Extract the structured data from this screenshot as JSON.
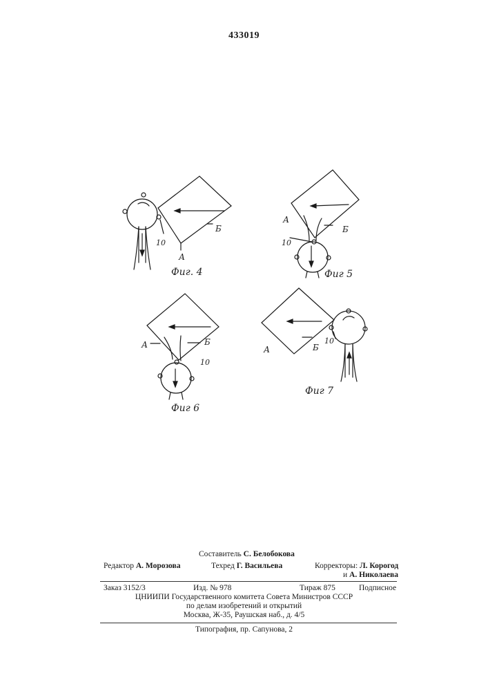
{
  "patent_number": "433019",
  "figures": [
    {
      "caption": "Фиг. 4",
      "label_a": "А",
      "label_b": "Б",
      "part_label": "10"
    },
    {
      "caption": "Фиг 5",
      "label_a": "А",
      "label_b": "Б",
      "part_label": "10"
    },
    {
      "caption": "Фиг 6",
      "label_a": "А",
      "label_b": "Б",
      "part_label": "10"
    },
    {
      "caption": "Фиг 7",
      "label_a": "А",
      "label_b": "Б",
      "part_label": "10"
    }
  ],
  "imprint": {
    "compiler_label": "Составитель",
    "compiler": "С. Белобокова",
    "editor_label": "Редактор",
    "editor": "А. Морозова",
    "techred_label": "Техред",
    "techred": "Г. Васильева",
    "correctors_label": "Корректоры:",
    "corrector1": "Л. Корогод",
    "corrector2_prefix": "и",
    "corrector2": "А. Николаева",
    "order": "Заказ 3152/3",
    "publication": "Изд. № 978",
    "circulation": "Тираж 875",
    "subscription": "Подписное",
    "org_line1": "ЦНИИПИ Государственного комитета Совета Министров СССР",
    "org_line2": "по делам изобретений и открытий",
    "address": "Москва, Ж-35, Раушская наб., д. 4/5",
    "printing": "Типография, пр. Сапунова, 2"
  }
}
